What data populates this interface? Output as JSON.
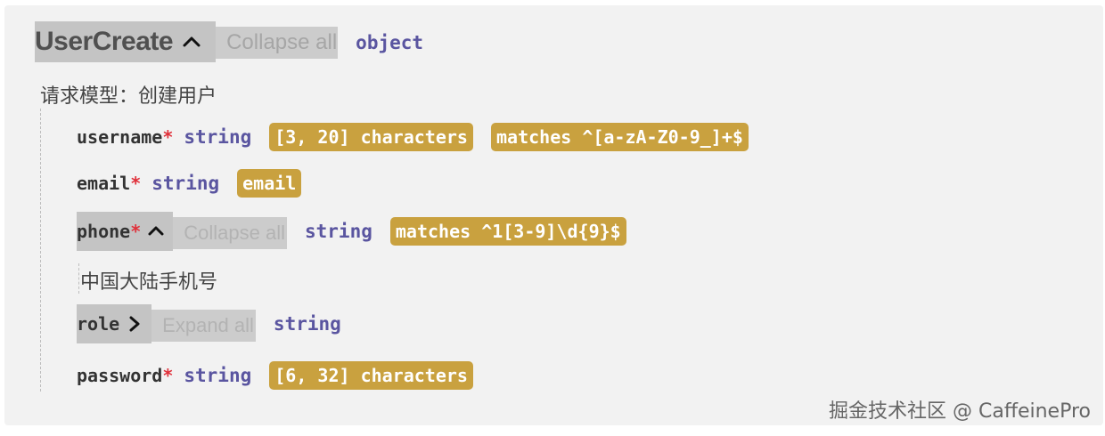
{
  "model": {
    "name": "UserCreate",
    "collapse_label": "Collapse all",
    "type": "object",
    "description": "请求模型：创建用户"
  },
  "properties": [
    {
      "name": "username",
      "required_mark": "*",
      "type": "string",
      "badges": [
        "[3, 20] characters",
        "matches ^[a-zA-Z0-9_]+$"
      ]
    },
    {
      "name": "email",
      "required_mark": "*",
      "type": "string",
      "badges": [
        "email"
      ]
    },
    {
      "name": "phone",
      "required_mark": "*",
      "toggle_label": "Collapse all",
      "type": "string",
      "badges": [
        "matches ^1[3-9]\\d{9}$"
      ],
      "description": "中国大陆手机号"
    },
    {
      "name": "role",
      "toggle_label": "Expand all",
      "type": "string",
      "badges": []
    },
    {
      "name": "password",
      "required_mark": "*",
      "type": "string",
      "badges": [
        "[6, 32] characters"
      ]
    }
  ],
  "watermark": "掘金技术社区 @ CaffeinePro",
  "colors": {
    "panel_bg": "#f2f2f2",
    "type_color": "#5a55a0",
    "badge_bg": "#c9a13f",
    "required_color": "#e0303a",
    "toggle_bg": "#c4c4c4"
  },
  "icons": {
    "expanded": "chevron-up-icon",
    "collapsed": "chevron-right-icon"
  }
}
